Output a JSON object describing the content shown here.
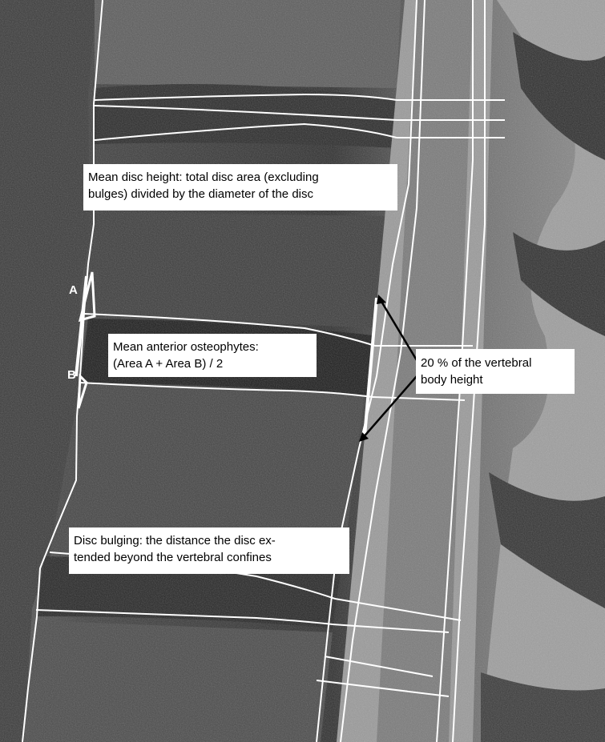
{
  "annotations": {
    "disc_height": {
      "line1": "Mean disc height: total disc area (excluding",
      "line2": "bulges) divided by the diameter of the disc"
    },
    "osteophytes": {
      "line1": "Mean anterior osteophytes:",
      "line2": "(Area A + Area B) / 2"
    },
    "vertebral_height": {
      "line1": "20 % of the vertebral",
      "line2": "body height"
    },
    "disc_bulging": {
      "line1": "Disc bulging: the distance the disc ex-",
      "line2": "tended beyond the vertebral confines"
    }
  },
  "labels": {
    "a": "A",
    "b": "B"
  },
  "colors": {
    "annotation_lines": "#ffffff",
    "callout_background": "#ffffff",
    "callout_text": "#000000"
  }
}
